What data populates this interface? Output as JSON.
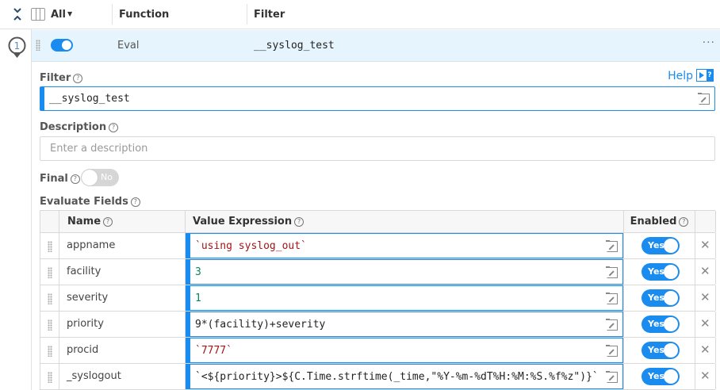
{
  "header": {
    "all_label": "All",
    "columns": [
      "Function",
      "Filter"
    ]
  },
  "step": {
    "number": "1"
  },
  "function_row": {
    "enabled": true,
    "function": "Eval",
    "filter": "__syslog_test",
    "more": "···"
  },
  "help": {
    "label": "Help"
  },
  "filter": {
    "label": "Filter",
    "value": "__syslog_test"
  },
  "description": {
    "label": "Description",
    "placeholder": "Enter a description",
    "value": ""
  },
  "final": {
    "label": "Final",
    "toggle_label": "No",
    "value": false
  },
  "evaluate_fields": {
    "label": "Evaluate Fields",
    "columns": {
      "name": "Name",
      "value": "Value Expression",
      "enabled": "Enabled"
    },
    "rows": [
      {
        "name": "appname",
        "expr": "`using syslog_out`",
        "enabled": "Yes"
      },
      {
        "name": "facility",
        "expr": "3",
        "enabled": "Yes"
      },
      {
        "name": "severity",
        "expr": "1",
        "enabled": "Yes"
      },
      {
        "name": "priority",
        "expr": "9*(facility)+severity",
        "enabled": "Yes"
      },
      {
        "name": "procid",
        "expr": "`7777`",
        "enabled": "Yes"
      },
      {
        "name": "_syslogout",
        "expr": "`<${priority}>${C.Time.strftime(_time,\"%Y-%m-%dT%H:%M:%S.%f%z\")}`",
        "enabled": "Yes"
      }
    ]
  },
  "colors": {
    "accent": "#1a8cf0",
    "row_highlight": "#e6f5fd",
    "string": "#a31515",
    "number": "#098658"
  }
}
